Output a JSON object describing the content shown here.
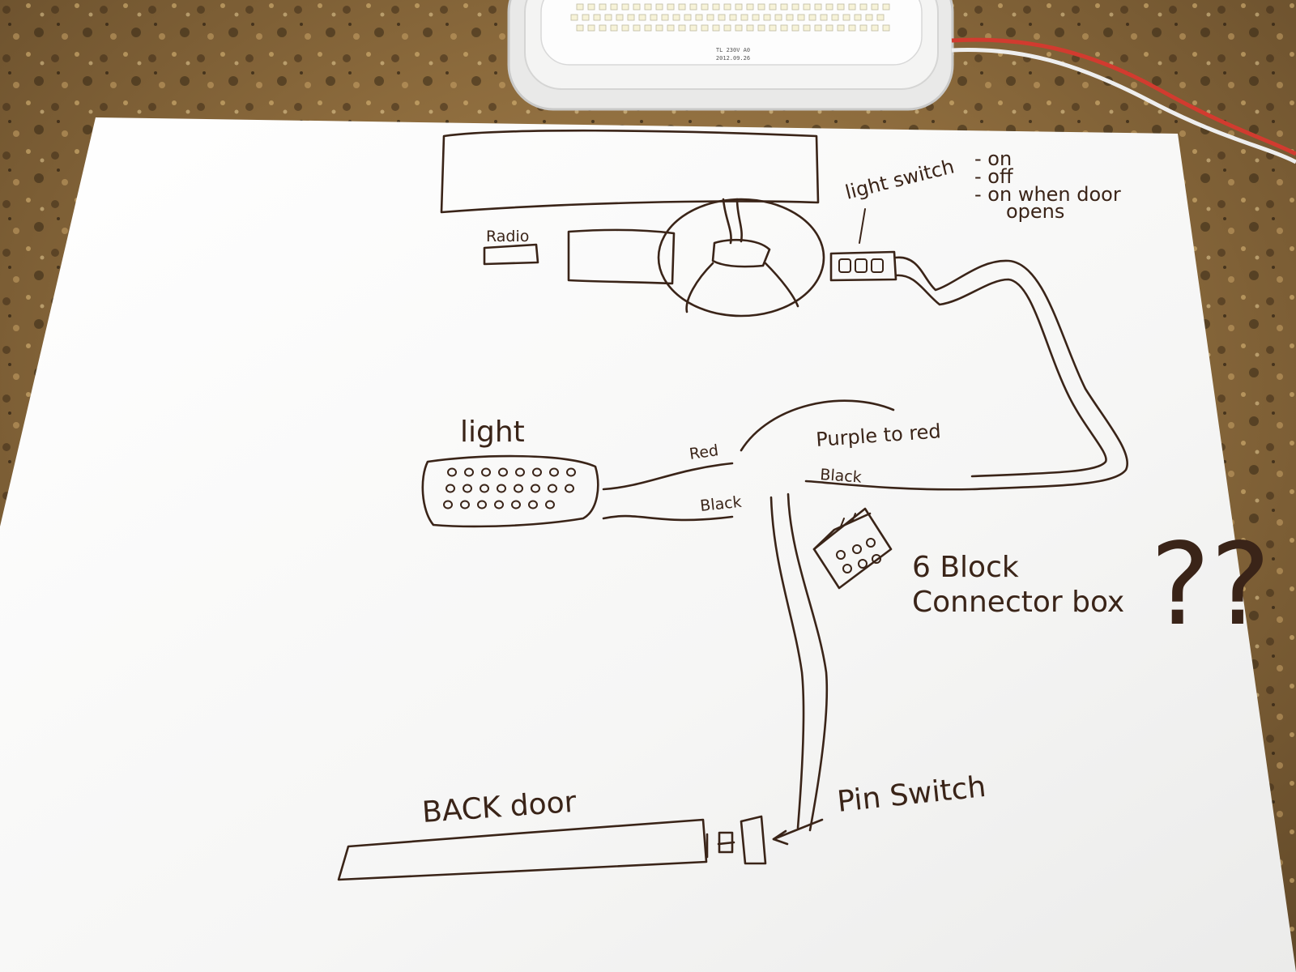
{
  "fixture": {
    "chip_line1": "TL 230V A0",
    "chip_line2": "2012.09.26"
  },
  "labels": {
    "radio": "Radio",
    "light_switch": "light switch",
    "mode_on": "- on",
    "mode_off": "- off",
    "mode_door": "- on when door",
    "mode_door2": "opens",
    "light": "light",
    "red": "Red",
    "black_left": "Black",
    "purple_to_red": "Purple to red",
    "black_right": "Black",
    "connector_line1": "6 Block",
    "connector_line2": "Connector box",
    "question_marks": "??",
    "back_door": "BACK door",
    "pin_switch": "Pin Switch"
  },
  "colors": {
    "ink": "#3a2418",
    "paper": "#fbfbfa",
    "counter": "#8a6a3a",
    "wire_red": "#d23b2f",
    "wire_white": "#eeeeee"
  }
}
